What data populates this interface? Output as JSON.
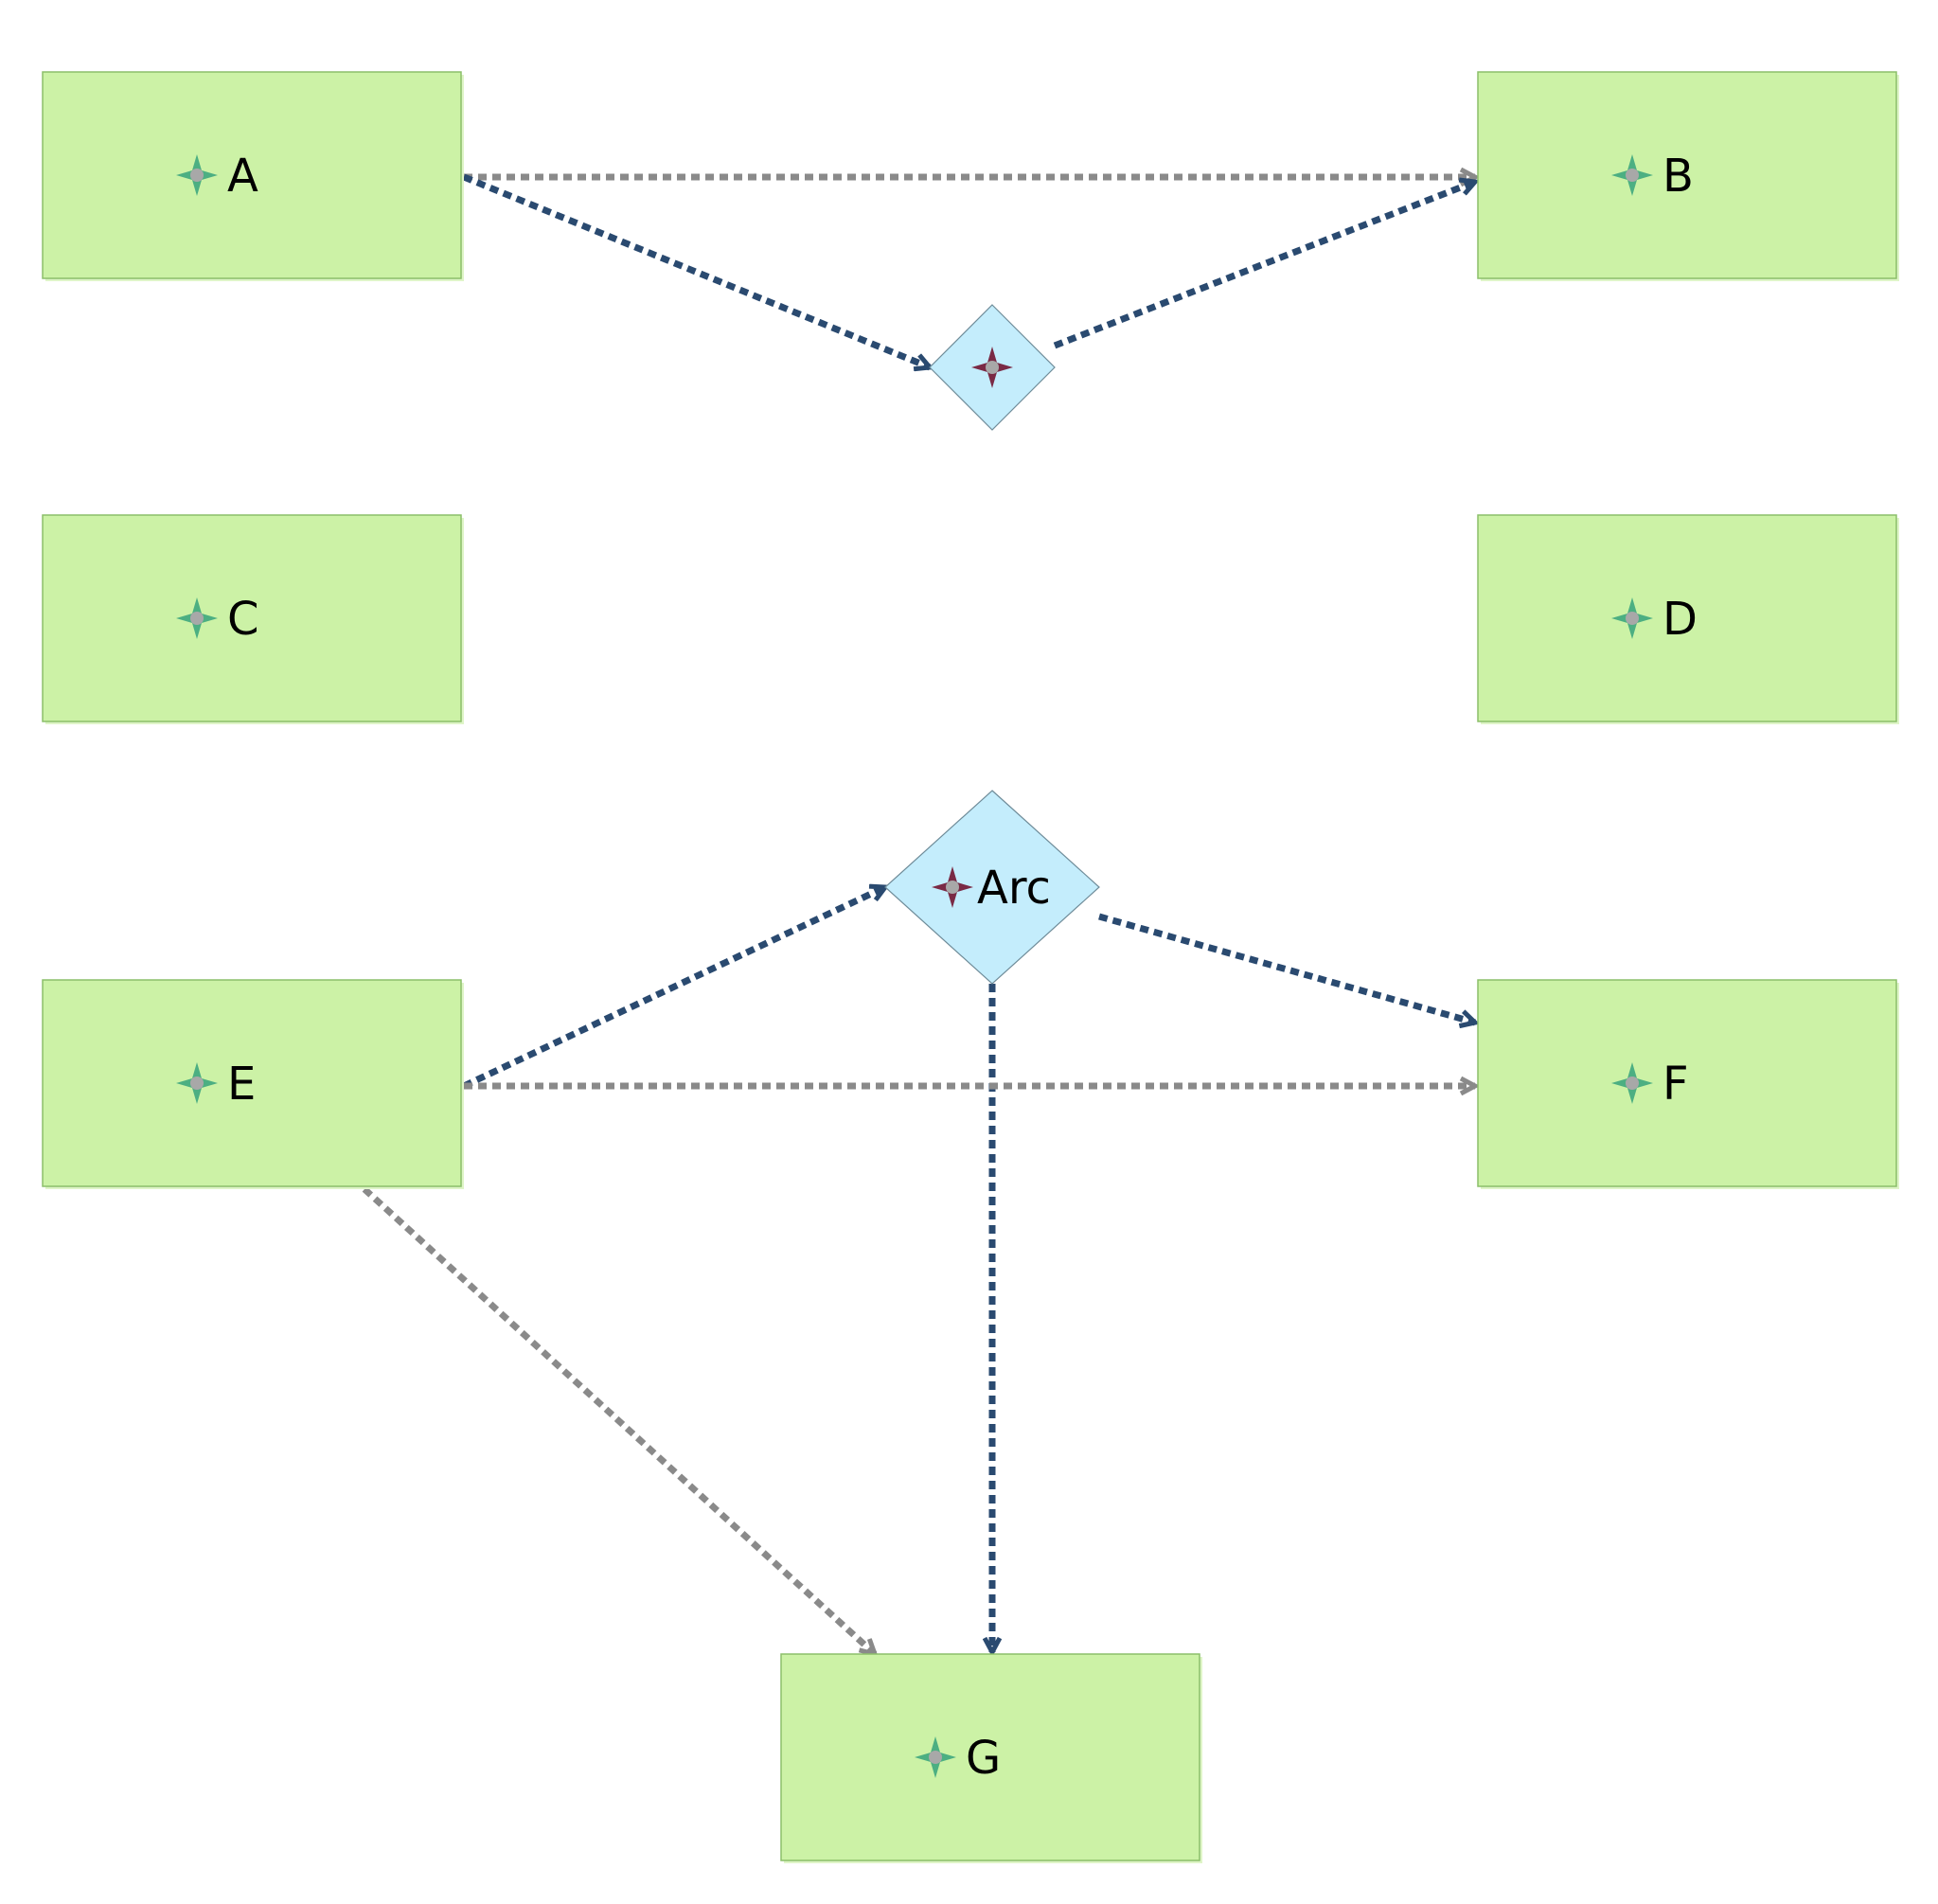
{
  "colors": {
    "entity_fill": "#ccf2a6",
    "entity_stroke": "#8cbf6a",
    "relation_fill": "#c4edfc",
    "relation_stroke": "#6f8c99",
    "arc_dark": "#2a4a70",
    "arc_gray": "#8a8a8a",
    "entity_icon": "#4caf82",
    "relation_icon": "#7a2a45"
  },
  "icons": {
    "entity": "sparkle-icon",
    "relation": "sparkle-icon"
  },
  "entities": [
    {
      "id": "A",
      "label": "A"
    },
    {
      "id": "B",
      "label": "B"
    },
    {
      "id": "C",
      "label": "C"
    },
    {
      "id": "D",
      "label": "D"
    },
    {
      "id": "E",
      "label": "E"
    },
    {
      "id": "F",
      "label": "F"
    },
    {
      "id": "G",
      "label": "G"
    }
  ],
  "relations": [
    {
      "id": "r1",
      "label": ""
    },
    {
      "id": "r2",
      "label": "Arc"
    }
  ],
  "edges": [
    {
      "from": "A",
      "to": "B",
      "style": "gray"
    },
    {
      "from": "A",
      "to": "r1",
      "style": "dark"
    },
    {
      "from": "r1",
      "to": "B",
      "style": "dark"
    },
    {
      "from": "E",
      "to": "r2",
      "style": "dark"
    },
    {
      "from": "r2",
      "to": "F",
      "style": "dark"
    },
    {
      "from": "r2",
      "to": "G",
      "style": "dark"
    },
    {
      "from": "E",
      "to": "F",
      "style": "gray"
    },
    {
      "from": "E",
      "to": "G",
      "style": "gray"
    }
  ]
}
